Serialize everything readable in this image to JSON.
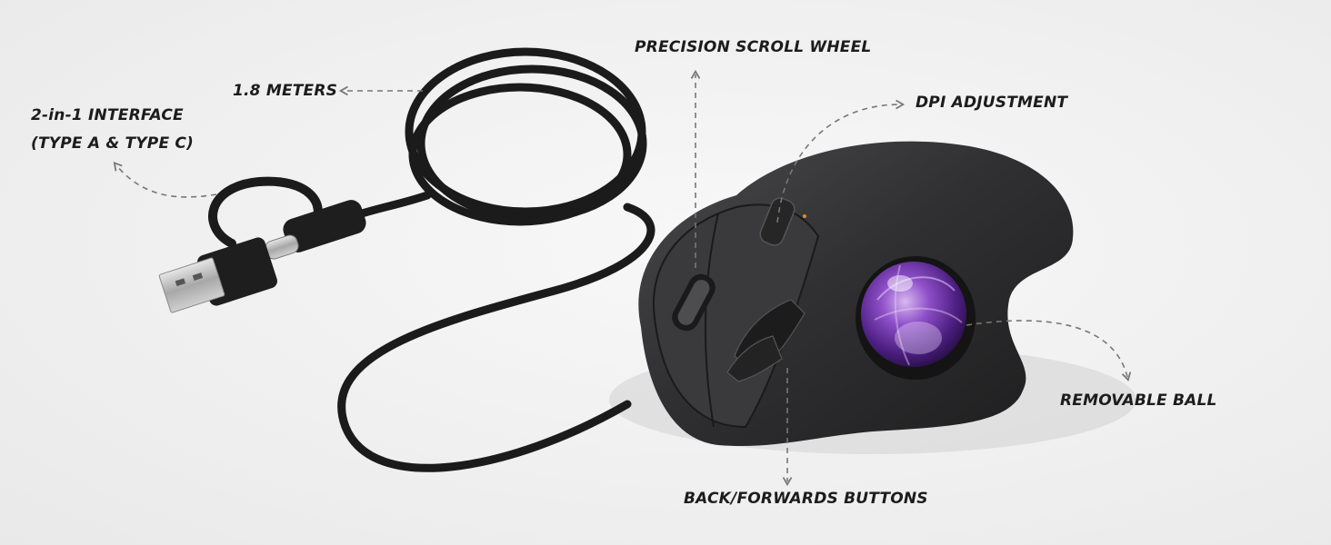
{
  "callouts": {
    "interface": {
      "line1": "2-in-1 INTERFACE",
      "line2": "(TYPE A & TYPE C)"
    },
    "cable_length": "1.8 METERS",
    "scroll_wheel": "PRECISION SCROLL WHEEL",
    "dpi": "DPI ADJUSTMENT",
    "ball": "REMOVABLE BALL",
    "side_buttons": "BACK/FORWARDS BUTTONS"
  },
  "colors": {
    "background": "#efefef",
    "mouse_body": "#2e2e2f",
    "trackball": "#7a3fb0",
    "callout_line": "#777777"
  }
}
